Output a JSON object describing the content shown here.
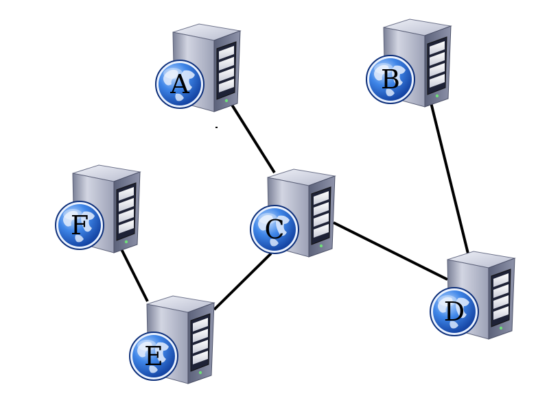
{
  "diagram": {
    "nodes": [
      {
        "id": "A",
        "label": "A"
      },
      {
        "id": "B",
        "label": "B"
      },
      {
        "id": "C",
        "label": "C"
      },
      {
        "id": "D",
        "label": "D"
      },
      {
        "id": "E",
        "label": "E"
      },
      {
        "id": "F",
        "label": "F"
      }
    ],
    "edges": [
      {
        "from": "A",
        "to": "C"
      },
      {
        "from": "B",
        "to": "D"
      },
      {
        "from": "C",
        "to": "D"
      },
      {
        "from": "C",
        "to": "E"
      },
      {
        "from": "E",
        "to": "F"
      }
    ],
    "node_icon": "server-with-globe-icon",
    "colors": {
      "edge": "#000000",
      "server_body": "#b8bccd",
      "globe": "#2a6ad0"
    }
  }
}
